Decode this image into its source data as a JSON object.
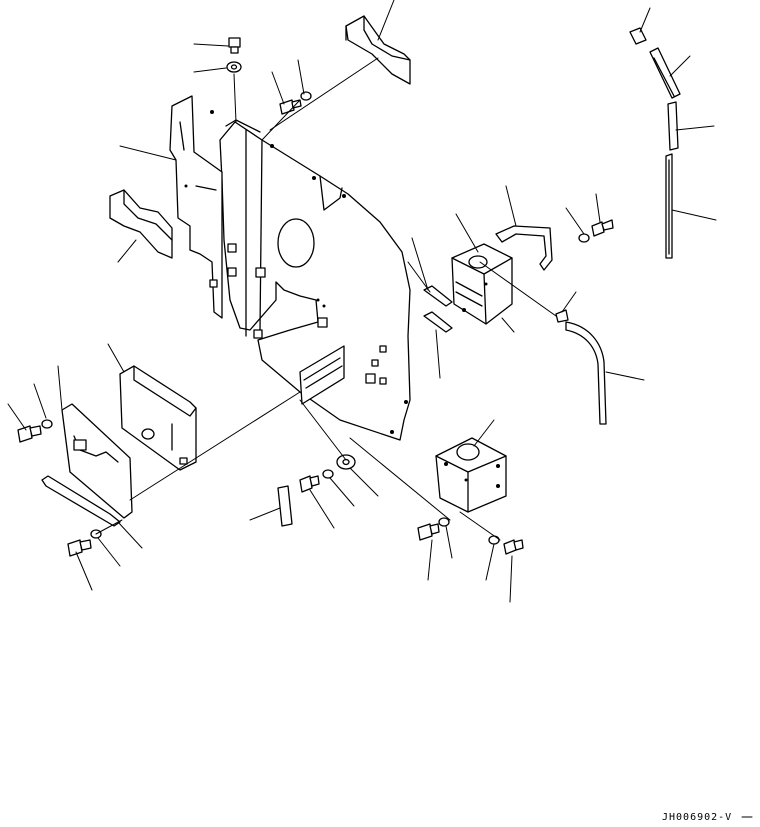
{
  "drawing": {
    "code": "JH006902-V",
    "ink_color": "#000000",
    "paper_color": "#ffffff"
  },
  "parts": [
    {
      "name": "bolt",
      "icon": "bolt-icon"
    },
    {
      "name": "washer",
      "icon": "washer-icon"
    },
    {
      "name": "bracket",
      "icon": "bracket-icon"
    },
    {
      "name": "tank",
      "icon": "tank-icon"
    },
    {
      "name": "cover-plate",
      "icon": "plate-icon"
    },
    {
      "name": "cushion-block",
      "icon": "block-icon"
    },
    {
      "name": "hose",
      "icon": "hose-icon"
    },
    {
      "name": "seal-strip",
      "icon": "strip-icon"
    }
  ]
}
